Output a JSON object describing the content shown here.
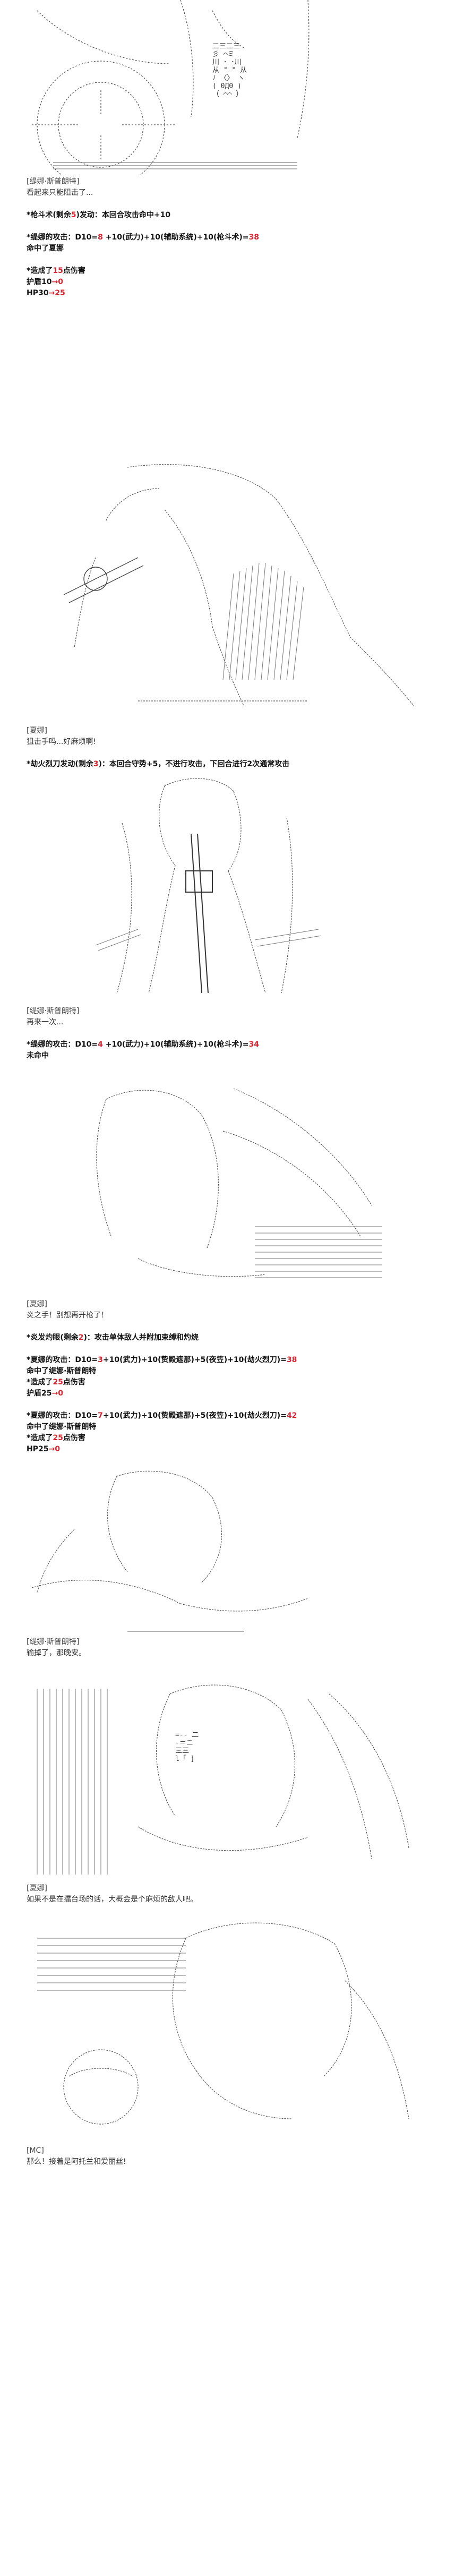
{
  "colors": {
    "accent": "#d9232e",
    "text": "#222222",
    "background": "#ffffff"
  },
  "panel1": {
    "ascii_right": "二三二三\n彡 ⌒ミ\n川 ･ ･川\n从 ° ° 从\nﾉ 〈〉 ヽ\n( 0Д0 )\n（ ⌒⌒ ）",
    "speaker": "[缇娜·斯普朗特]",
    "dialog": "看起来只能阻击了..."
  },
  "combat1": {
    "skill_prefix": "*枪斗术(剩余",
    "skill_count": "5",
    "skill_suffix": ")发动：本回合攻击命中+10",
    "roll_prefix": "*缇娜的攻击：D10=",
    "roll_die": "8",
    "roll_mid": " +10(武力)+10(辅助系统)+10(枪斗术)=",
    "roll_total": "38",
    "result": "命中了夏娜",
    "damage_prefix": "*造成了",
    "damage_value": "15",
    "damage_suffix": "点伤害",
    "shield_prefix": "护盾10",
    "shield_arrow": "→",
    "shield_value": "0",
    "hp_prefix": "HP30",
    "hp_arrow": "→",
    "hp_value": "25"
  },
  "panel2": {
    "speaker": "[夏娜]",
    "dialog": "狙击手吗...好麻烦啊!"
  },
  "combat2": {
    "skill_prefix": "*劫火烈刀发动(剩余",
    "skill_count": "3",
    "skill_suffix": ")：本回合守势+5，不进行攻击，下回合进行2次通常攻击"
  },
  "panel3": {
    "speaker": "[缇娜·斯普朗特]",
    "dialog": "再来一次..."
  },
  "combat3": {
    "roll_prefix": "*缇娜的攻击：D10=",
    "roll_die": "4",
    "roll_mid": " +10(武力)+10(辅助系统)+10(枪斗术)=",
    "roll_total": "34",
    "result": "未命中"
  },
  "panel4": {
    "speaker": "[夏娜]",
    "dialog": "炎之手！别想再开枪了！"
  },
  "combat4": {
    "skill_prefix": "*炎发灼眼(剩余",
    "skill_count": "2",
    "skill_suffix": ")：攻击单体敌人并附加束缚和灼烧",
    "roll1_prefix": "*夏娜的攻击：D10=",
    "roll1_die": "3",
    "roll1_mid": "+10(武力)+10(贽殿遮那)+5(夜笠)+10(劫火烈刀)=",
    "roll1_total": "38",
    "roll1_result": "命中了缇娜·斯普朗特",
    "dmg1_prefix": "*造成了",
    "dmg1_value": "25",
    "dmg1_suffix": "点伤害",
    "shield_prefix": "护盾25",
    "shield_arrow": "→",
    "shield_value": "0",
    "roll2_prefix": "*夏娜的攻击：D10=",
    "roll2_die": "7",
    "roll2_mid": "+10(武力)+10(贽殿遮那)+5(夜笠)+10(劫火烈刀)=",
    "roll2_total": "42",
    "roll2_result": "命中了缇娜·斯普朗特",
    "dmg2_prefix": "*造成了",
    "dmg2_value": "25",
    "dmg2_suffix": "点伤害",
    "hp_prefix": "HP25",
    "hp_arrow": "→",
    "hp_value": "0"
  },
  "panel5": {
    "speaker": "[缇娜·斯普朗特]",
    "dialog": "输掉了，那晚安。"
  },
  "panel6": {
    "ascii_mid": "=‐- 二\n-＝ニ\n三三\nl「 ]",
    "speaker": "[夏娜]",
    "dialog": "如果不是在擂台场的话，大概会是个麻烦的敌人吧。"
  },
  "panel7": {
    "speaker": "[MC]",
    "dialog": "那么！接着是阿托兰和爱丽丝!"
  }
}
